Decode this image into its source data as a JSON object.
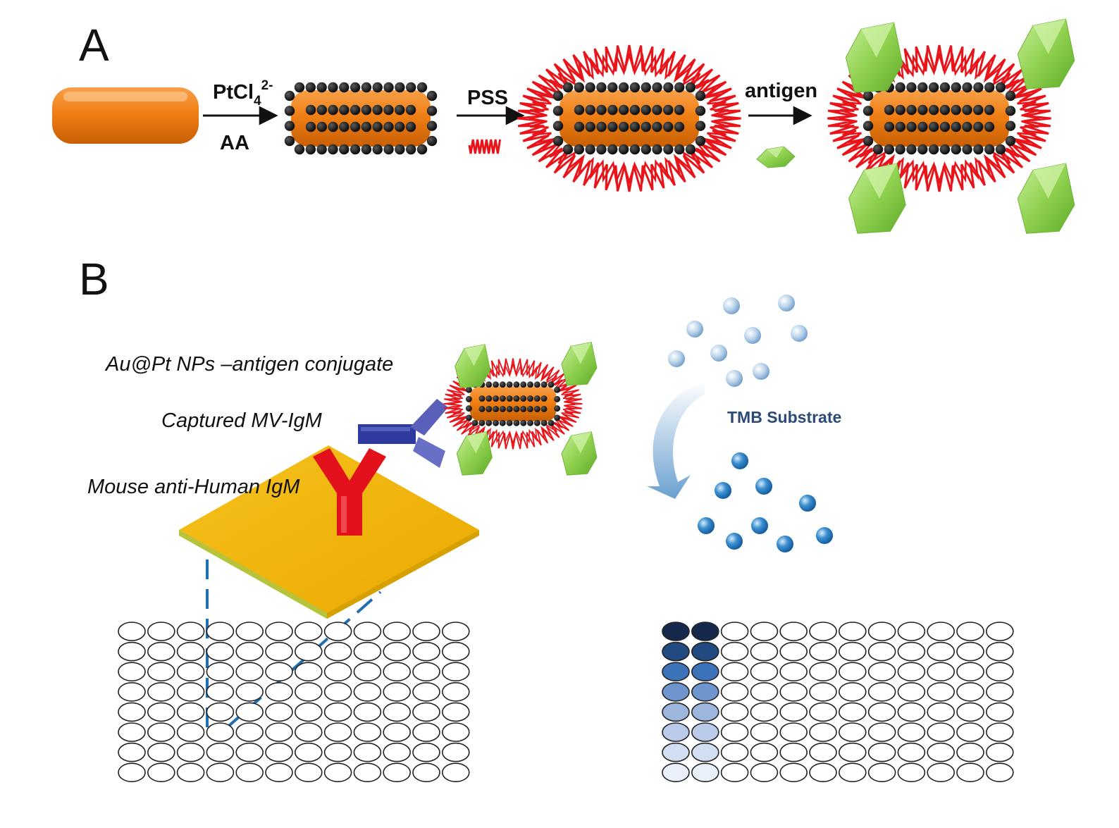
{
  "panels": {
    "a": {
      "label": "A",
      "steps": [
        {
          "label": "PtCl",
          "subscript": "4",
          "superscript": "2-",
          "below": "AA"
        },
        {
          "label": "PSS"
        },
        {
          "label": "antigen"
        }
      ]
    },
    "b": {
      "label": "B",
      "annotations": {
        "conjugate": "Au@Pt NPs –antigen  conjugate",
        "captured": "Captured  MV-IgM",
        "anti": "Mouse  anti-Human  IgM"
      },
      "substrate": "TMB Substrate"
    }
  },
  "colors": {
    "gold_rod": "#f07f14",
    "pt_particle": "#111111",
    "pss": "#e8141a",
    "antigen": "#8fd14f",
    "plate": "#f2b705",
    "capture_antibody": "#e2111c",
    "igm": "#3a46a8",
    "tmb_blue": "#1f6fb5"
  }
}
